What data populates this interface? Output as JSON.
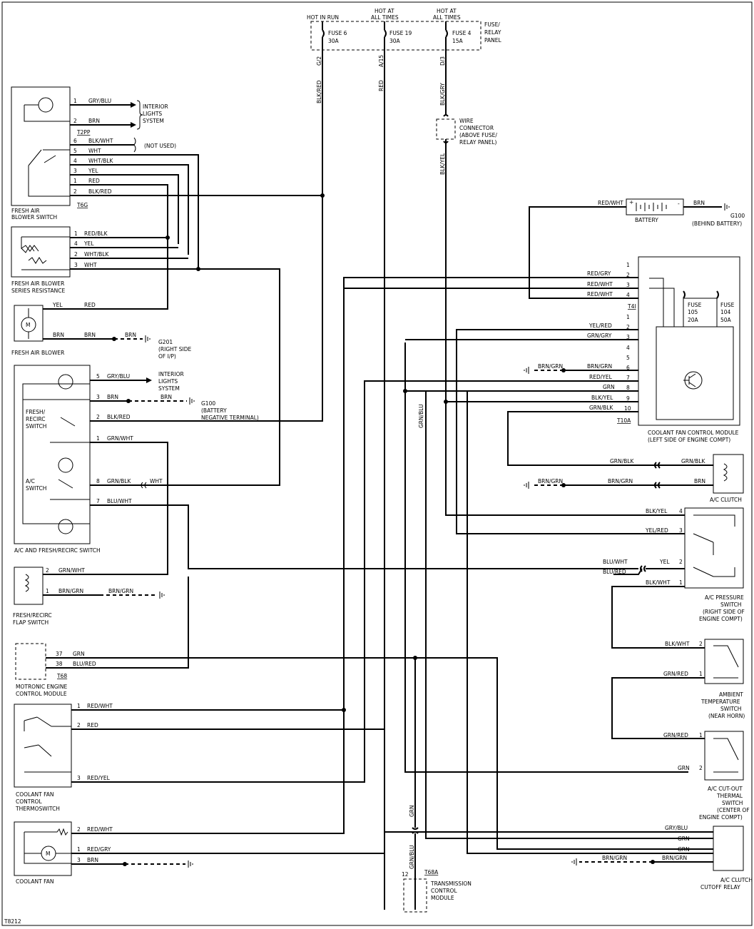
{
  "fuse_panel": {
    "hot_in_run": "HOT IN RUN",
    "hot_at": "HOT AT",
    "all_times": "ALL TIMES",
    "fuse6": "FUSE 6",
    "fuse6_a": "30A",
    "fuse19": "FUSE 19",
    "fuse19_a": "30A",
    "fuse4": "FUSE 4",
    "fuse4_a": "15A",
    "panel_l1": "FUSE/",
    "panel_l2": "RELAY",
    "panel_l3": "PANEL",
    "pin_g2": "G/2",
    "pin_a5": "A/15",
    "pin_d3": "D/3"
  },
  "wire_connector": {
    "l1": "WIRE",
    "l2": "CONNECTOR",
    "l3": "(ABOVE FUSE/",
    "l4": "RELAY PANEL)"
  },
  "vertical_wires": {
    "blk_red": "BLK/RED",
    "red": "RED",
    "blk_gry": "BLK/GRY",
    "blk_yel": "BLK/YEL",
    "grn_blu": "GRN/BLU",
    "grn": "GRN",
    "grn_blu_bottom": "GRN/BLU"
  },
  "blower_switch": {
    "label1": "FRESH AIR",
    "label2": "BLOWER SWITCH",
    "conn_t2pp": "T2PP",
    "conn_t6g": "T6G",
    "wire_gry_blu": "GRY/BLU",
    "wire_brn": "BRN",
    "interior1": "INTERIOR",
    "interior2": "LIGHTS",
    "interior3": "SYSTEM",
    "w6": "BLK/WHT",
    "not_used": "(NOT USED)",
    "w5": "WHT",
    "w4": "WHT/BLK",
    "w3": "YEL",
    "w1": "RED",
    "w2": "BLK/RED"
  },
  "series_resistance": {
    "label1": "FRESH AIR BLOWER",
    "label2": "SERIES RESISTANCE",
    "w1": "RED/BLK",
    "w4": "YEL",
    "w2": "WHT/BLK",
    "w3": "WHT"
  },
  "blower": {
    "label": "FRESH AIR BLOWER",
    "w_yel": "YEL",
    "w_red": "RED",
    "w_brn1": "BRN",
    "w_brn2": "BRN",
    "w_brn3": "BRN",
    "g201_1": "G201",
    "g201_2": "(RIGHT SIDE",
    "g201_3": "OF I/P)"
  },
  "ac_switch": {
    "label": "A/C AND FRESH/RECIRC SWITCH",
    "fresh1": "FRESH/",
    "fresh2": "RECIRC",
    "fresh3": "SWITCH",
    "ac1": "A/C",
    "ac2": "SWITCH",
    "w5": "GRY/BLU",
    "interior1": "INTERIOR",
    "interior2": "LIGHTS",
    "interior3": "SYSTEM",
    "w3": "BRN",
    "w3b": "BRN",
    "g100_1": "G100",
    "g100_2": "(BATTERY",
    "g100_3": "NEGATIVE TERMINAL)",
    "w2": "BLK/RED",
    "w1": "GRN/WHT",
    "w8": "GRN/BLK",
    "w8b": "WHT",
    "w7": "BLU/WHT"
  },
  "flap_switch": {
    "label1": "FRESH/RECIRC",
    "label2": "FLAP SWITCH",
    "w2": "GRN/WHT",
    "w1": "BRN/GRN",
    "w1b": "BRN/GRN"
  },
  "motronic": {
    "label1": "MOTRONIC ENGINE",
    "label2": "CONTROL MODULE",
    "conn": "T68",
    "w37": "GRN",
    "w38": "BLU/RED"
  },
  "thermoswitch": {
    "label1": "COOLANT FAN",
    "label2": "CONTROL",
    "label3": "THERMOSWITCH",
    "w1": "RED/WHT",
    "w2": "RED",
    "w3": "RED/YEL"
  },
  "coolant_fan": {
    "label": "COOLANT FAN",
    "w2": "RED/WHT",
    "w1": "RED/GRY",
    "w3": "BRN"
  },
  "tcm": {
    "label1": "TRANSMISSION",
    "label2": "CONTROL",
    "label3": "MODULE",
    "conn": "T68A",
    "pin": "12"
  },
  "battery": {
    "label": "BATTERY",
    "w_left": "RED/WHT",
    "w_right": "BRN",
    "g100_1": "G100",
    "g100_2": "(BEHIND BATTERY)"
  },
  "cfcm": {
    "label1": "COOLANT FAN CONTROL MODULE",
    "label2": "(LEFT SIDE OF ENGINE COMPT)",
    "conn_t4": "T4I",
    "conn_t10": "T10A",
    "fuse105_1": "FUSE",
    "fuse105_2": "105",
    "fuse105_3": "20A",
    "fuse104_1": "FUSE",
    "fuse104_2": "104",
    "fuse104_3": "50A",
    "t4_wires": [
      "",
      "RED/GRY",
      "RED/WHT",
      "RED/WHT"
    ],
    "t10_wires": [
      "",
      "YEL/RED",
      "GRN/GRY",
      "",
      "",
      "BRN/GRN",
      "RED/YEL",
      "GRN",
      "BLK/YEL",
      "GRN/BLK"
    ],
    "brn_grn_gnd": "BRN/GRN"
  },
  "ac_clutch": {
    "label": "A/C CLUTCH",
    "w1": "GRN/BLK",
    "w1b": "GRN/BLK",
    "w2": "BRN/GRN",
    "w2b": "BRN",
    "w2c": "BRN/GRN"
  },
  "pressure_switch": {
    "label1": "A/C PRESSURE",
    "label2": "SWITCH",
    "label3": "(RIGHT SIDE OF",
    "label4": "ENGINE COMPT)",
    "w4": "BLK/YEL",
    "w3": "YEL/RED",
    "w2": "YEL",
    "w2a": "BLU/WHT",
    "w2b": "BLU/RED",
    "w1": "BLK/WHT"
  },
  "ambient": {
    "label1": "AMBIENT",
    "label2": "TEMPERATURE",
    "label3": "SWITCH",
    "label4": "(NEAR HORN)",
    "w2": "BLK/WHT",
    "w1": "GRN/RED"
  },
  "cutout": {
    "label1": "A/C CUT-OUT",
    "label2": "THERMAL",
    "label3": "SWITCH",
    "label4": "(CENTER OF",
    "label5": "ENGINE COMPT)",
    "w1": "GRN/RED",
    "w2": "GRN"
  },
  "cutoff_relay": {
    "label1": "A/C CLUTCH",
    "label2": "CUTOFF RELAY",
    "w1": "GRY/BLU",
    "w2": "GRN",
    "w3": "GRN",
    "w4": "BRN/GRN",
    "w5": "BRN/GRN"
  },
  "figure_id": "T8212"
}
